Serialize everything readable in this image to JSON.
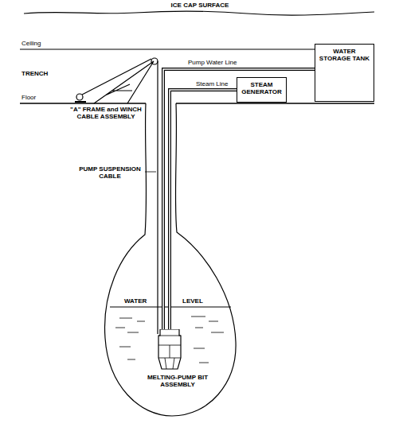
{
  "diagram": {
    "nodes": [
      {
        "text": [
          "STEAM GENERATOR"
        ]
      },
      {
        "text": [
          "WATER STORAGE TANK"
        ]
      },
      {
        "text": [
          "MELTING-PUMP BIT ASSEMBLY"
        ]
      }
    ],
    "edges": [
      {
        "from": 1,
        "to": 2,
        "label": "Pump Water Line",
        "arrow": "none"
      },
      {
        "from": 0,
        "to": 2,
        "label": "Steam Line",
        "arrow": "none"
      }
    ],
    "labels": [
      "ICE CAP SURFACE",
      "Ceiling",
      "TRENCH",
      "Floor",
      "\"A\" FRAME and WINCH CABLE ASSEMBLY",
      "PUMP SUSPENSION CABLE",
      "WATER",
      "LEVEL"
    ]
  }
}
